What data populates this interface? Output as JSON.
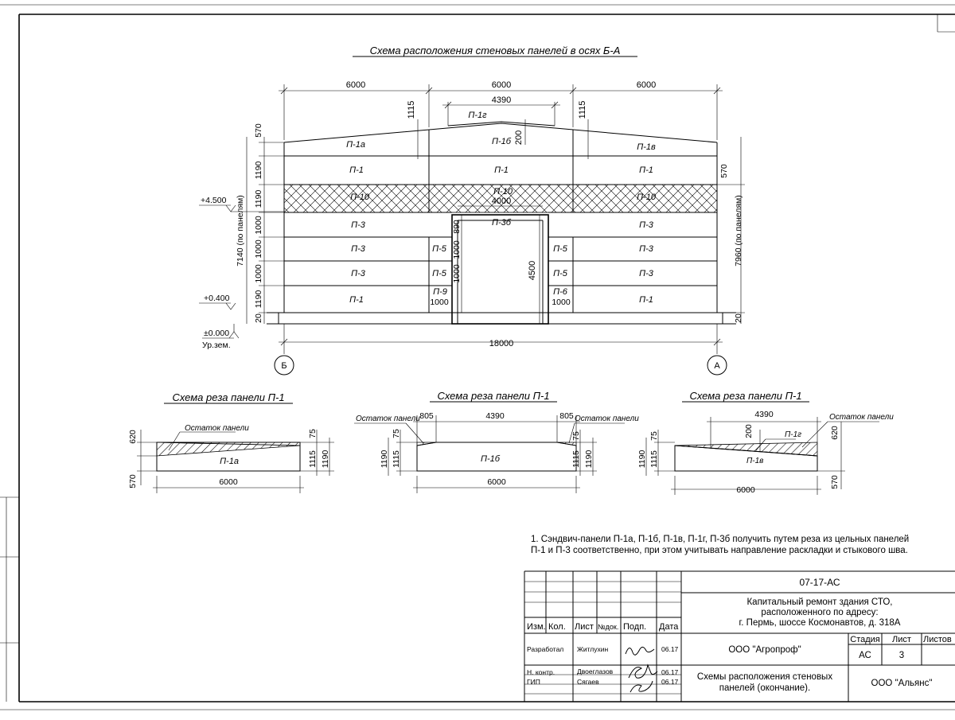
{
  "main_title": "Схема расположения стеновых панелей в осях Б-А",
  "elevation": {
    "bays": [
      "6000",
      "6000",
      "6000"
    ],
    "ridge_width": "4390",
    "ridge_drop_left": "1115",
    "ridge_drop_right": "1115",
    "ridge_h": "200",
    "door_width": "4000",
    "door_height": "4500",
    "total_width": "18000",
    "left_rows": [
      "570",
      "1190",
      "1190",
      "1000",
      "1000",
      "1000",
      "1190",
      "20"
    ],
    "left_total": "7140  (по панелям)",
    "right_top": "570",
    "right_total": "7960  (по панелям)",
    "right_bottom": "20",
    "door_top_dim": "890",
    "door_mid_dims": [
      "1000",
      "1000"
    ],
    "side_bottom_left": "1000",
    "side_bottom_right": "1000",
    "level_4500": "+4.500",
    "level_0400": "+0.400",
    "level_0000": "±0.000",
    "ground_label": "Ур.зем.",
    "axis_left": "Б",
    "axis_right": "А",
    "panels": {
      "p1a": "П-1а",
      "p1b": "П-1б",
      "p1v": "П-1в",
      "p1g": "П-1г",
      "p1": "П-1",
      "p10": "П-10",
      "p3": "П-3",
      "p3b": "П-3б",
      "p5": "П-5",
      "p6": "П-6",
      "p9": "П-9"
    }
  },
  "cut_schemes": [
    {
      "title": "Схема реза панели П-1",
      "remainder": "Остаток панели",
      "panel": "П-1а",
      "dims": {
        "width": "6000",
        "top_left": "620",
        "bottom_left": "570",
        "right_top": "75",
        "right_mid": "1115",
        "right_full": "1190"
      }
    },
    {
      "title": "Схема реза панели П-1",
      "remainder_left": "Остаток панели",
      "remainder_right": "Остаток панели",
      "panel": "П-1б",
      "dims": {
        "width": "6000",
        "top": "4390",
        "left_off": "805",
        "right_off": "805",
        "lt": "75",
        "lmid": "1115",
        "lfull": "1190",
        "rt": "75",
        "rmid": "1115",
        "rfull": "1190"
      }
    },
    {
      "title": "Схема реза панели П-1",
      "remainder": "Остаток панели",
      "panel": "П-1в",
      "panel2": "П-1г",
      "dims": {
        "width": "6000",
        "top": "4390",
        "mid": "200",
        "lt": "75",
        "lmid": "1115",
        "lfull": "1190",
        "r_top": "620",
        "r_bot": "570"
      }
    }
  ],
  "note": {
    "line1": "1. Сэндвич-панели П-1а, П-1б, П-1в, П-1г, П-3б получить путем реза из цельных панелей",
    "line2": "П-1 и П-3 соответственно, при этом учитывать направление раскладки и стыкового шва."
  },
  "title_block": {
    "code": "07-17-АС",
    "project_l1": "Капитальный ремонт здания СТО,",
    "project_l2": "расположенного по адресу:",
    "project_l3": "г. Пермь, шоссе Космонавтов, д. 318А",
    "h_izm": "Изм.",
    "h_kol": "Кол.",
    "h_list": "Лист",
    "h_ndok": "№док.",
    "h_podp": "Подп.",
    "h_data": "Дата",
    "role1": "Разработал",
    "name1": "Житлухин",
    "date1": "06.17",
    "role2": "Н. контр.",
    "name2": "Двоеглазов",
    "date2": "06.17",
    "role3": "ГИП",
    "name3": "Сягаев",
    "date3": "06.17",
    "company": "ООО \"Агропроф\"",
    "stage_h": "Стадия",
    "sheet_h": "Лист",
    "sheets_h": "Листов",
    "stage": "АС",
    "sheet": "3",
    "sheet_title_l1": "Схемы расположения стеновых",
    "sheet_title_l2": "панелей (окончание).",
    "org": "ООО \"Альянс\""
  }
}
